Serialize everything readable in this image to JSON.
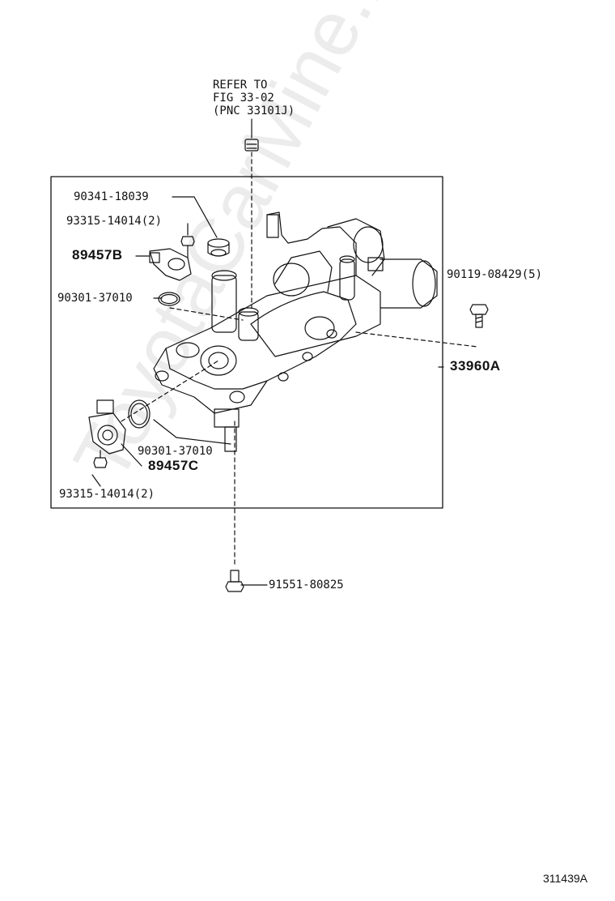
{
  "refer_note": {
    "line1": "REFER TO",
    "line2": "FIG 33-02",
    "line3": "(PNC 33101J)"
  },
  "labels": {
    "p90341": "90341-18039",
    "p93315_top": "93315-14014(2)",
    "p89457b": "89457B",
    "p90301_top": "90301-37010",
    "p90119": "90119-08429(5)",
    "p33960a": "33960A",
    "p90301_bottom": "90301-37010",
    "p89457c": "89457C",
    "p93315_bottom": "93315-14014(2)",
    "p91551": "91551-80825"
  },
  "watermark": "ToyotaCarMine.ru",
  "diagram_code": "311439A"
}
